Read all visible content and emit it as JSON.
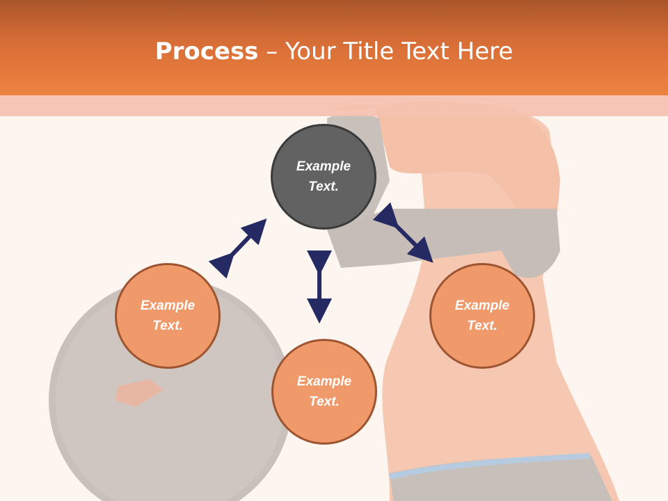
{
  "slide": {
    "title_bold": "Process",
    "title_rest": " – Your Title Text Here"
  },
  "nodes": [
    {
      "line1": "Example",
      "line2": "Text.",
      "style": "dark"
    },
    {
      "line1": "Example",
      "line2": "Text.",
      "style": "orange"
    },
    {
      "line1": "Example",
      "line2": "Text.",
      "style": "orange"
    },
    {
      "line1": "Example",
      "line2": "Text.",
      "style": "orange"
    }
  ],
  "colors": {
    "header": "#e0773c",
    "band": "#f5c2b0",
    "node_orange": "#f09a6b",
    "node_dark": "#626262",
    "arrow": "#262a63"
  }
}
